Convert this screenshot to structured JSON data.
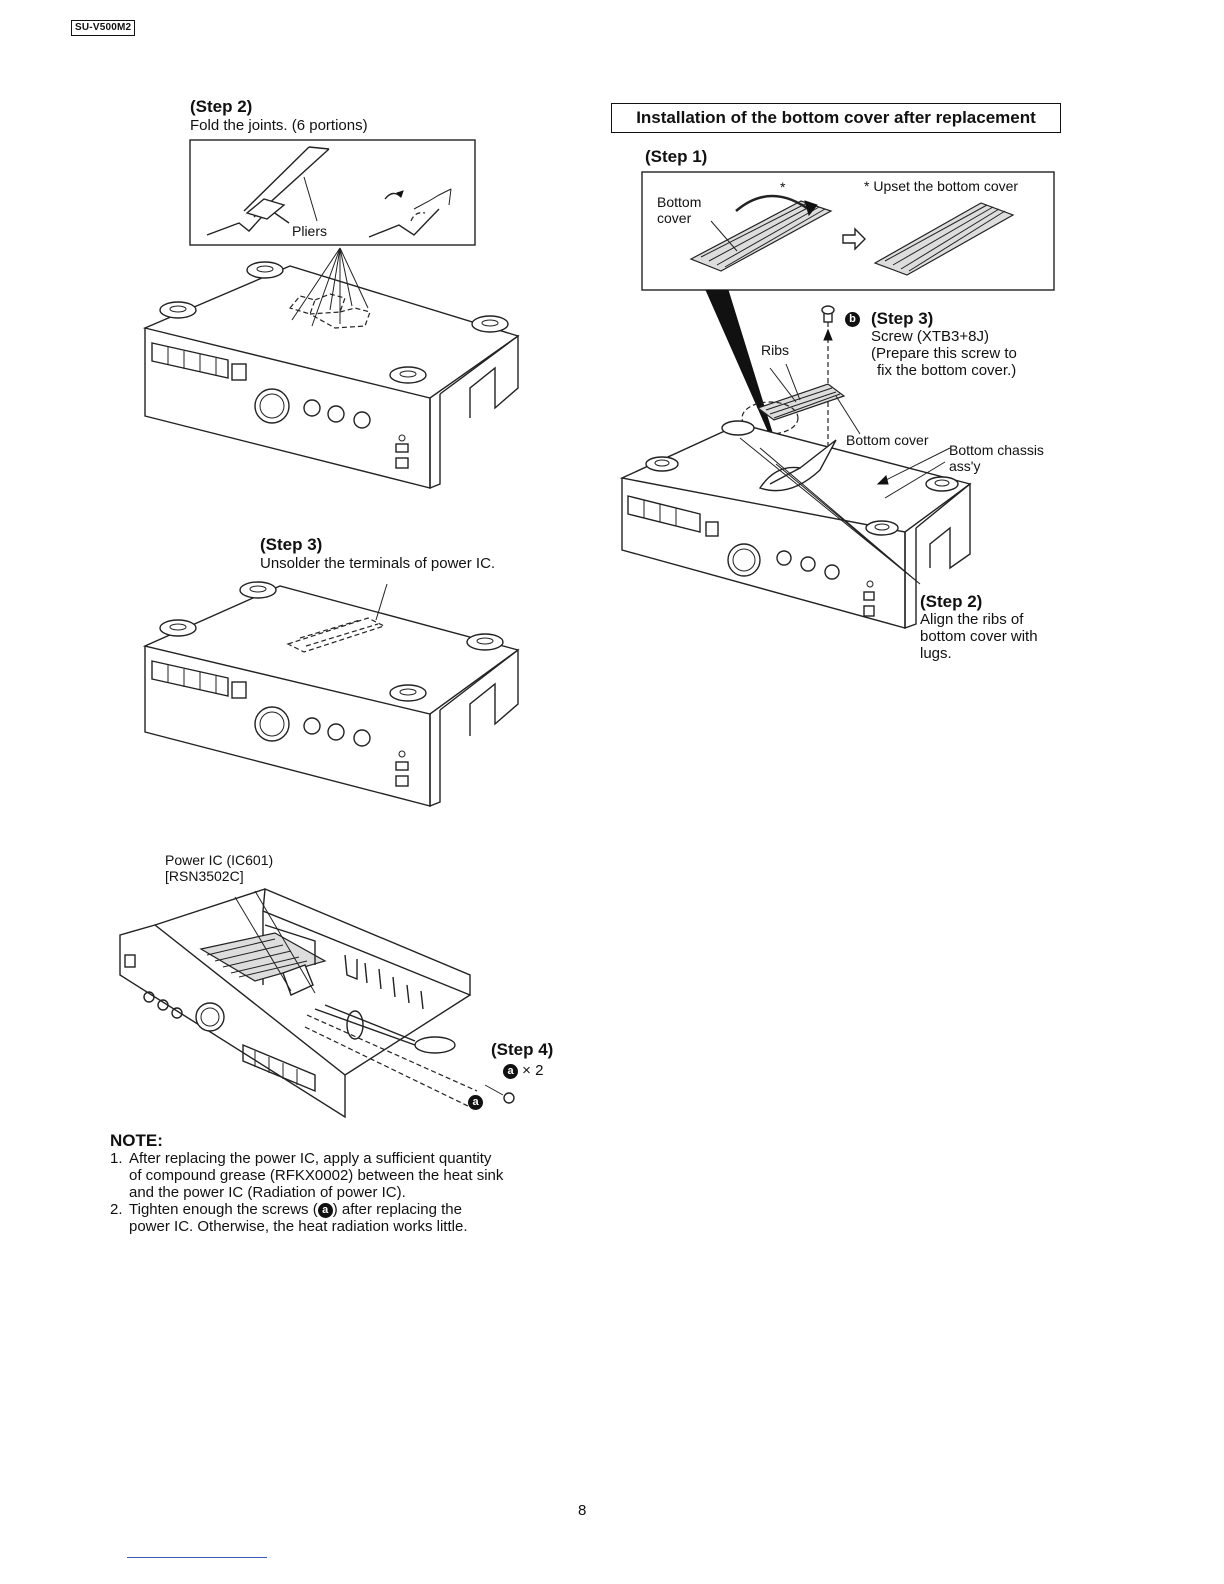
{
  "header": {
    "model": "SU-V500M2"
  },
  "left": {
    "step2": {
      "title": "(Step 2)",
      "text": "Fold the joints. (6 portions)",
      "pliers_label": "Pliers"
    },
    "step3": {
      "title": "(Step 3)",
      "text": "Unsolder the terminals of power IC."
    },
    "step4": {
      "power_ic_label": "Power IC (IC601)",
      "part_number": "[RSN3502C]",
      "title": "(Step 4)",
      "screw_marker": "a",
      "screw_count": "× 2"
    }
  },
  "right": {
    "heading": "Installation of the bottom cover after replacement",
    "step1": {
      "title": "(Step 1)",
      "bottom_cover_label": "Bottom cover",
      "asterisk": "*",
      "upset_note": "* Upset the bottom cover"
    },
    "step3": {
      "marker": "b",
      "title": "(Step 3)",
      "line1": "Screw (XTB3+8J)",
      "line2": "(Prepare this screw to",
      "line3": "fix the bottom cover.)"
    },
    "labels": {
      "ribs": "Ribs",
      "bottom_cover": "Bottom cover",
      "bottom_chassis_line1": "Bottom chassis",
      "bottom_chassis_line2": "ass'y"
    },
    "step2": {
      "title": "(Step 2)",
      "line1": "Align the ribs of",
      "line2": "bottom cover with",
      "line3": "lugs."
    }
  },
  "note": {
    "title": "NOTE:",
    "items": [
      {
        "num": "1.",
        "line1": "After replacing the power IC, apply a sufficient quantity",
        "line2": "of compound grease (RFKX0002) between the heat sink",
        "line3": "and the power IC (Radiation of power IC)."
      },
      {
        "num": "2.",
        "pre": "Tighten enough the screws (",
        "marker": "a",
        "post": ") after replacing the",
        "line2": "power IC. Otherwise, the heat radiation works little."
      }
    ]
  },
  "footer": {
    "page_number": "8"
  }
}
